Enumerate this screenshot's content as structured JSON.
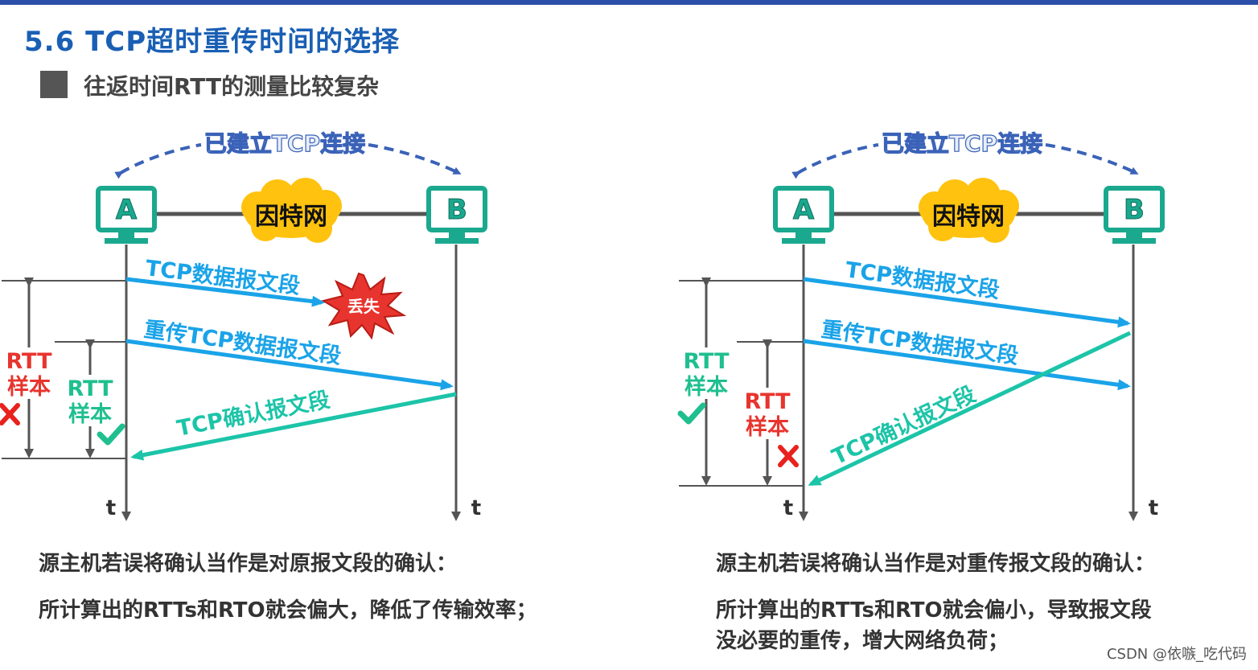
{
  "slide": {
    "title": "5.6 TCP超时重传时间的选择",
    "subtitle": "往返时间RTT的测量比较复杂"
  },
  "left": {
    "connection_label": "已建立TCP连接",
    "host_a": "A",
    "host_b": "B",
    "network_label": "因特网",
    "segment1": "TCP数据报文段",
    "lost_label": "丢失",
    "segment2": "重传TCP数据报文段",
    "ack": "TCP确认报文段",
    "rtt_red_line1": "RTT",
    "rtt_red_line2": "样本",
    "rtt_green_line1": "RTT",
    "rtt_green_line2": "样本",
    "t_a": "t",
    "t_b": "t",
    "caption1": "源主机若误将确认当作是对原报文段的确认：",
    "caption2": "所计算出的RTTs和RTO就会偏大，降低了传输效率；"
  },
  "right": {
    "connection_label": "已建立TCP连接",
    "host_a": "A",
    "host_b": "B",
    "network_label": "因特网",
    "segment1": "TCP数据报文段",
    "segment2": "重传TCP数据报文段",
    "ack": "TCP确认报文段",
    "rtt_green_line1": "RTT",
    "rtt_green_line2": "样本",
    "rtt_red_line1": "RTT",
    "rtt_red_line2": "样本",
    "t_a": "t",
    "t_b": "t",
    "caption1": "源主机若误将确认当作是对重传报文段的确认：",
    "caption2": "所计算出的RTTs和RTO就会偏小，导致报文段",
    "caption3": "没必要的重传，增大网络负荷；"
  },
  "watermark": "CSDN @依嗾_吃代码",
  "colors": {
    "title_blue": "#1a5fb4",
    "segment_blue": "#1aa3e8",
    "ack_teal": "#1cc4a8",
    "rtt_red": "#e8342e",
    "rtt_green": "#1fbf8f",
    "host_teal": "#1aa88e",
    "cloud_yellow": "#ffc20e",
    "dash_blue": "#3a62b8"
  }
}
